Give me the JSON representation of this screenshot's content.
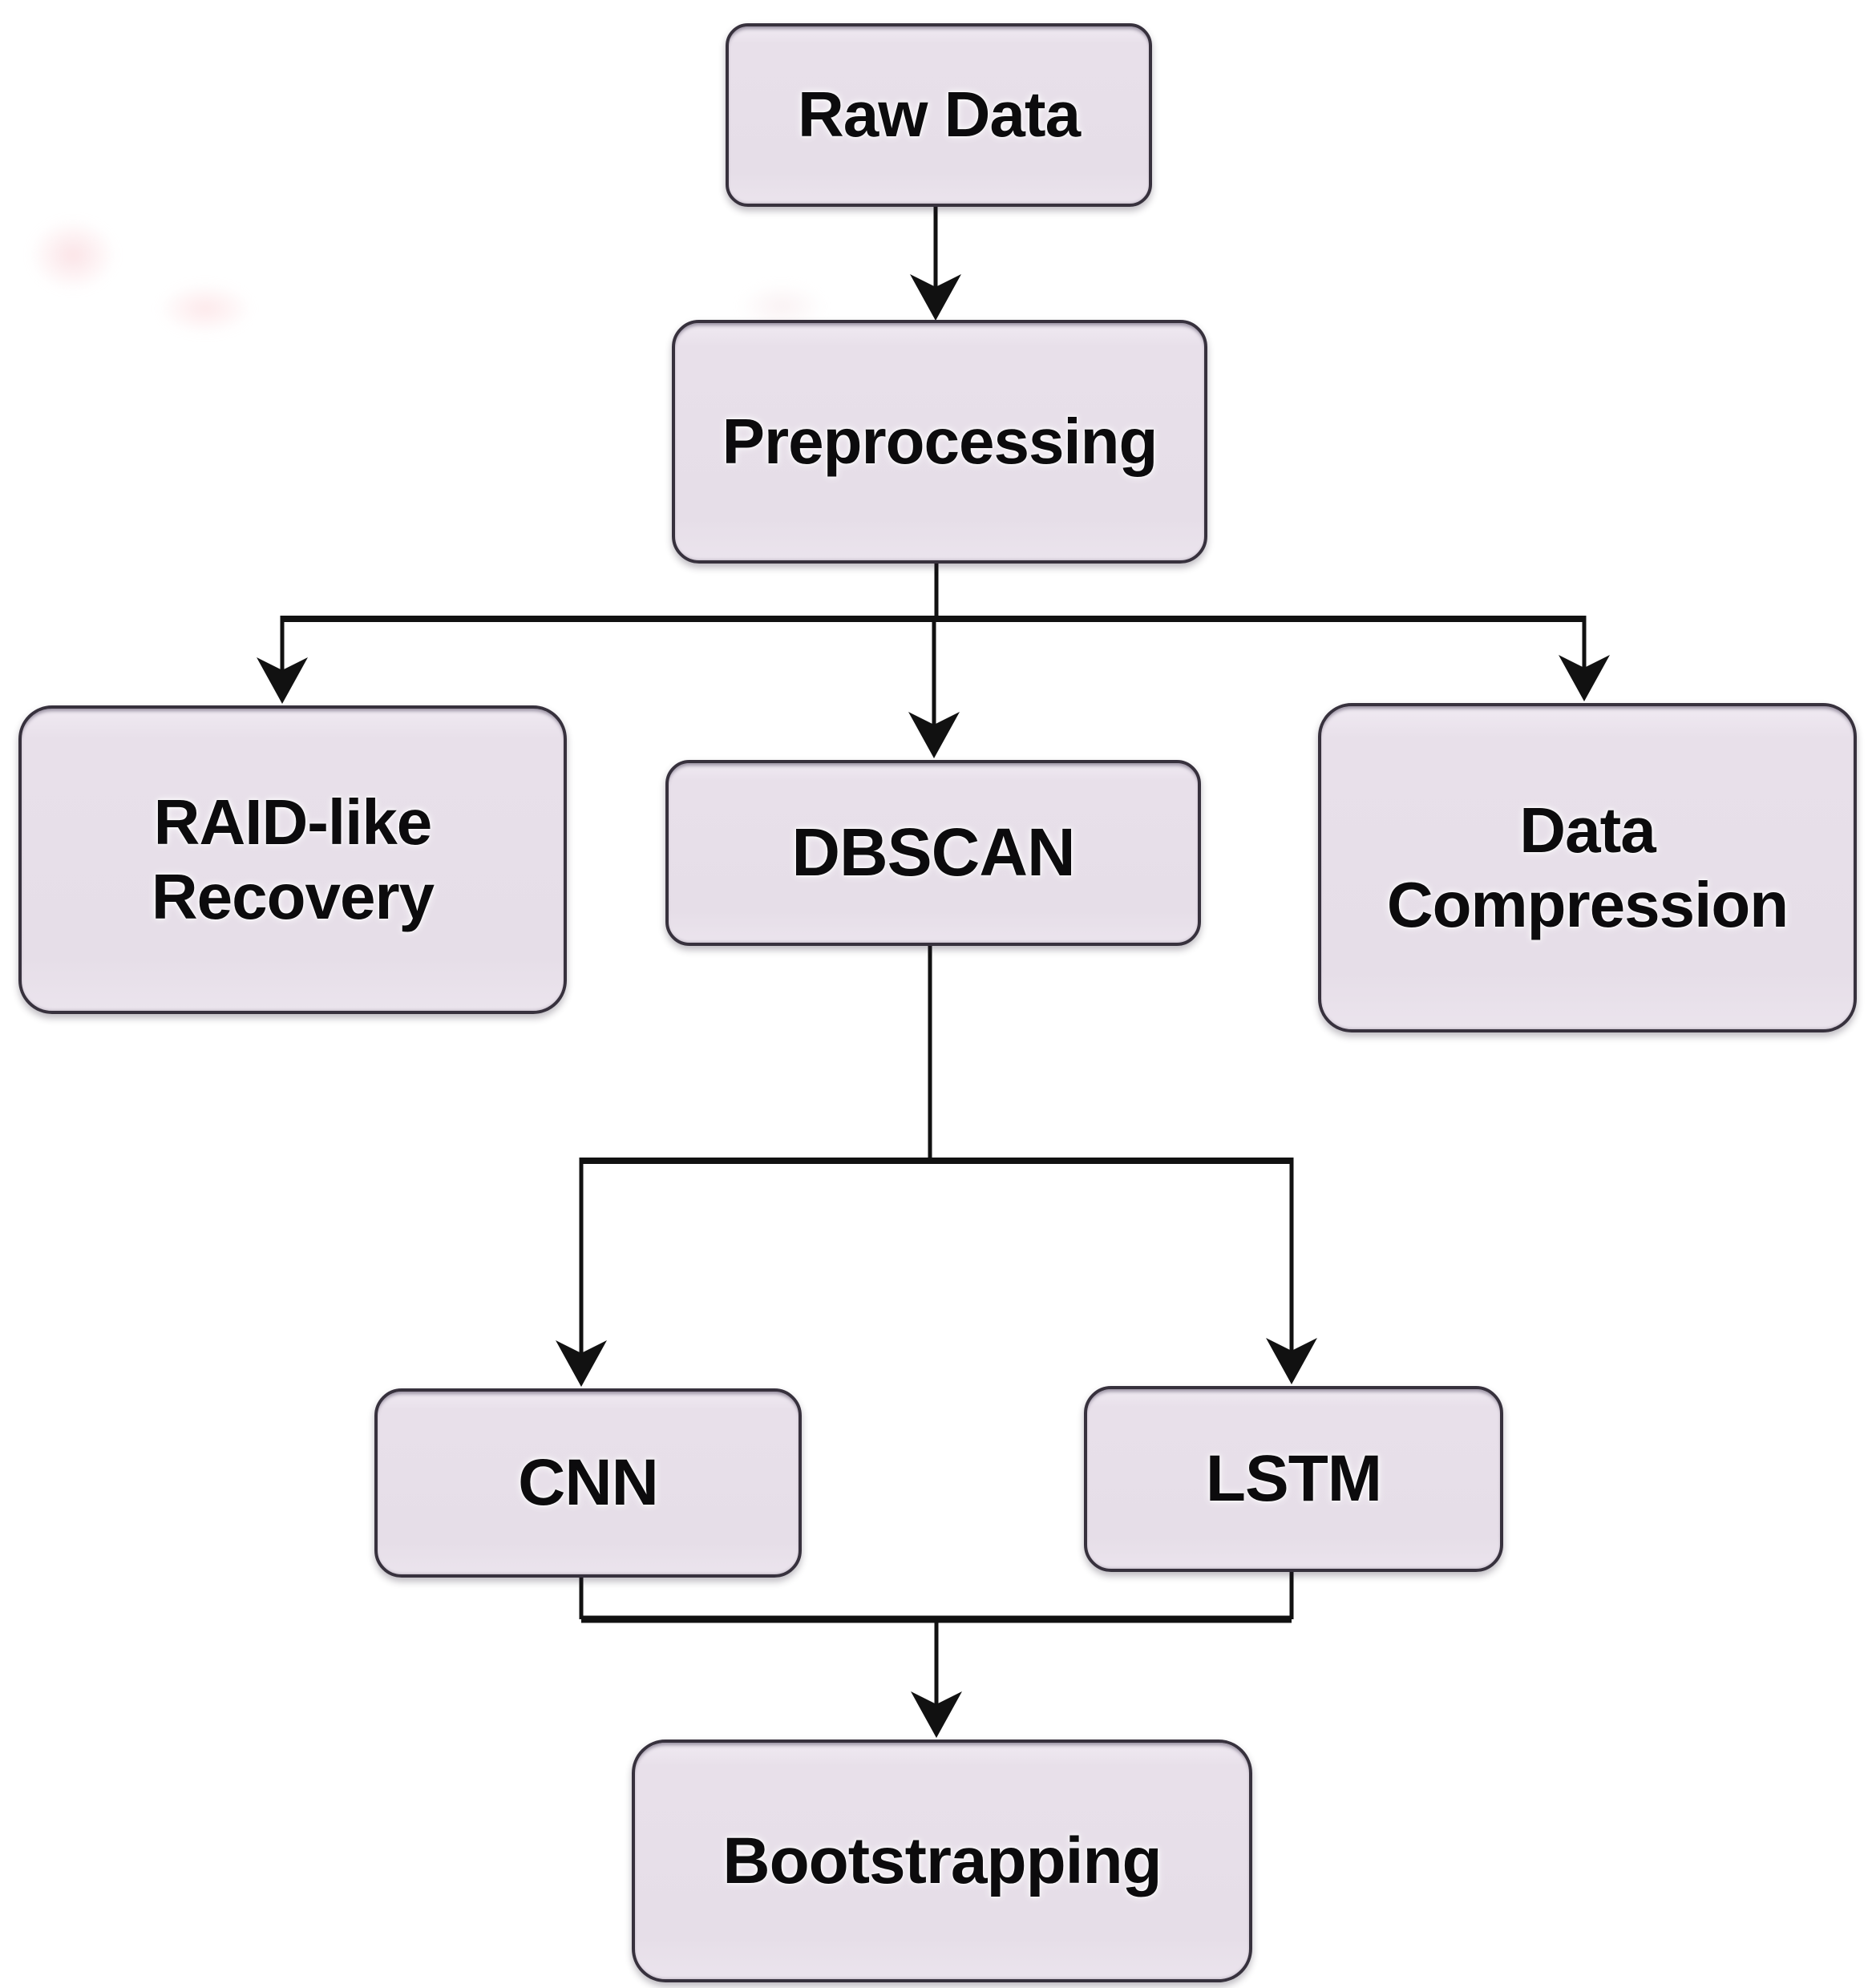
{
  "diagram": {
    "type": "flowchart",
    "background_color": "#ffffff",
    "node_fill_color": "#e6dee8",
    "node_border_color": "#37313d",
    "text_color": "#0c0b0d",
    "arrow_color": "#111111",
    "nodes": [
      {
        "id": "raw-data",
        "label": "Raw Data"
      },
      {
        "id": "preprocessing",
        "label": "Preprocessing"
      },
      {
        "id": "raid-recovery",
        "label": "RAID-like\nRecovery"
      },
      {
        "id": "dbscan",
        "label": "DBSCAN"
      },
      {
        "id": "data-compression",
        "label": "Data\nCompression"
      },
      {
        "id": "cnn",
        "label": "CNN"
      },
      {
        "id": "lstm",
        "label": "LSTM"
      },
      {
        "id": "bootstrapping",
        "label": "Bootstrapping"
      }
    ],
    "edges": [
      {
        "from": "raw-data",
        "to": "preprocessing"
      },
      {
        "from": "preprocessing",
        "to": "raid-recovery"
      },
      {
        "from": "preprocessing",
        "to": "dbscan"
      },
      {
        "from": "preprocessing",
        "to": "data-compression"
      },
      {
        "from": "dbscan",
        "to": "cnn"
      },
      {
        "from": "dbscan",
        "to": "lstm"
      },
      {
        "from": "cnn",
        "to": "bootstrapping"
      },
      {
        "from": "lstm",
        "to": "bootstrapping"
      }
    ]
  }
}
